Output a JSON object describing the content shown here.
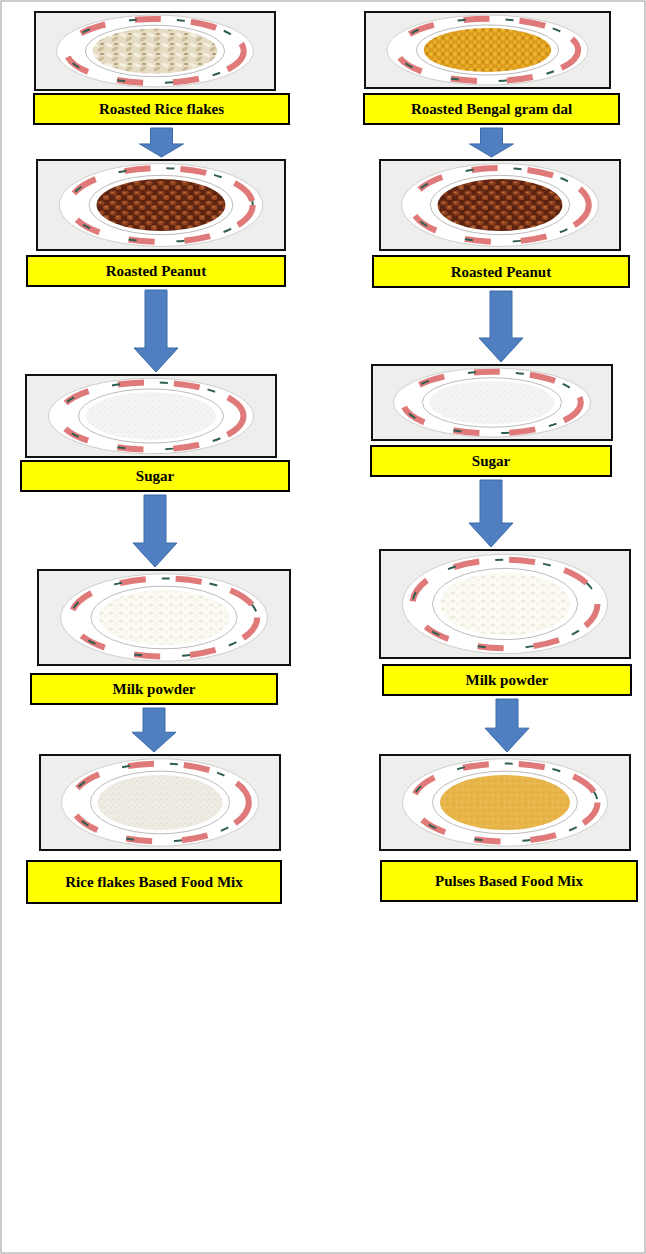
{
  "diagram": {
    "nodes": [
      {
        "text": [
          "Roasted Rice flakes"
        ]
      },
      {
        "text": [
          "Roasted Peanut"
        ]
      },
      {
        "text": [
          "Sugar"
        ]
      },
      {
        "text": [
          "Milk powder"
        ]
      },
      {
        "text": [
          "Rice flakes Based Food Mix"
        ]
      },
      {
        "text": [
          "Roasted Bengal gram dal"
        ]
      },
      {
        "text": [
          "Roasted Peanut"
        ]
      },
      {
        "text": [
          "Sugar"
        ]
      },
      {
        "text": [
          "Milk powder"
        ]
      },
      {
        "text": [
          "Pulses Based Food Mix"
        ]
      }
    ],
    "edges": [
      {
        "from": 0,
        "to": 1,
        "arrow": "to"
      },
      {
        "from": 1,
        "to": 2,
        "arrow": "to"
      },
      {
        "from": 2,
        "to": 3,
        "arrow": "to"
      },
      {
        "from": 3,
        "to": 4,
        "arrow": "to"
      },
      {
        "from": 5,
        "to": 6,
        "arrow": "to"
      },
      {
        "from": 6,
        "to": 7,
        "arrow": "to"
      },
      {
        "from": 7,
        "to": 8,
        "arrow": "to"
      },
      {
        "from": 8,
        "to": 9,
        "arrow": "to"
      }
    ]
  }
}
